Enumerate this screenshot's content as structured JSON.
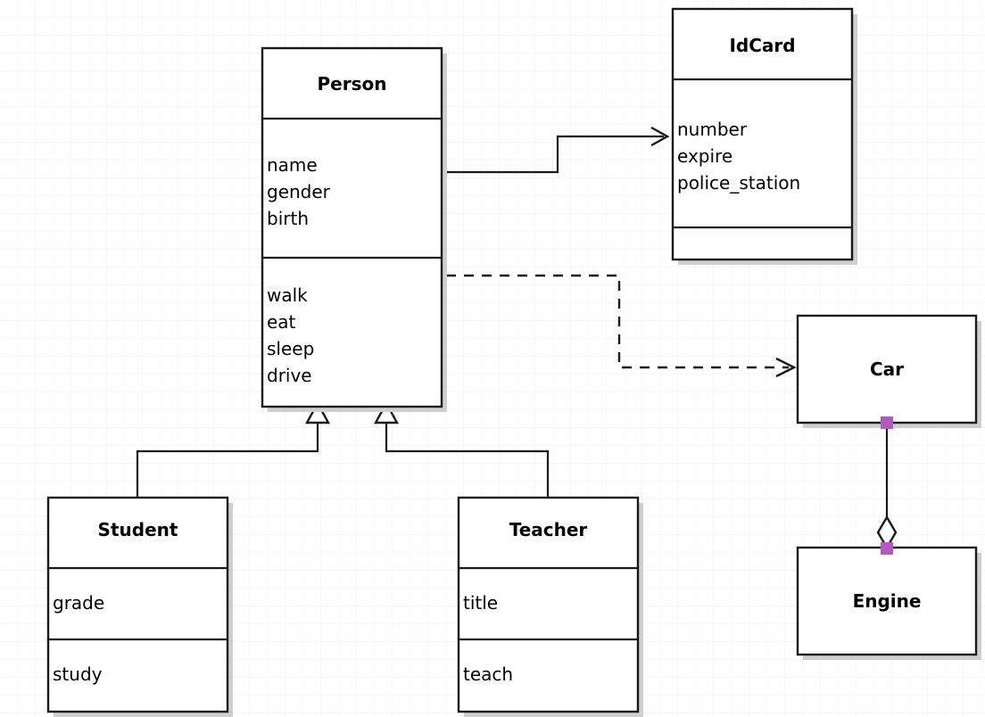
{
  "diagram": {
    "type": "uml-class-diagram",
    "background": "#ffffff",
    "grid_color": "#eceef0",
    "line_color": "#1a1a1a",
    "handle_color": "#b15bc0",
    "shadow_color": "#cfcfcf"
  },
  "classes": {
    "person": {
      "name": "Person",
      "attributes": [
        "name",
        "gender",
        "birth"
      ],
      "operations": [
        "walk",
        "eat",
        "sleep",
        "drive"
      ]
    },
    "idcard": {
      "name": "IdCard",
      "attributes": [
        "number",
        "expire",
        "police_station"
      ],
      "operations": []
    },
    "student": {
      "name": "Student",
      "attributes": [
        "grade"
      ],
      "operations": [
        "study"
      ]
    },
    "teacher": {
      "name": "Teacher",
      "attributes": [
        "title"
      ],
      "operations": [
        "teach"
      ]
    },
    "car": {
      "name": "Car",
      "attributes": [],
      "operations": []
    },
    "engine": {
      "name": "Engine",
      "attributes": [],
      "operations": []
    }
  },
  "relationships": [
    {
      "id": "person-idcard",
      "kind": "association",
      "from": "Person",
      "to": "IdCard",
      "line": "solid",
      "arrowhead": "open"
    },
    {
      "id": "person-car",
      "kind": "dependency",
      "from": "Person",
      "to": "Car",
      "line": "dashed",
      "arrowhead": "open"
    },
    {
      "id": "student-person",
      "kind": "generalization",
      "from": "Student",
      "to": "Person",
      "line": "solid",
      "arrowhead": "hollow-triangle"
    },
    {
      "id": "teacher-person",
      "kind": "generalization",
      "from": "Teacher",
      "to": "Person",
      "line": "solid",
      "arrowhead": "hollow-triangle"
    },
    {
      "id": "car-engine",
      "kind": "aggregation",
      "from": "Car",
      "to": "Engine",
      "line": "solid",
      "arrowhead": "hollow-diamond"
    }
  ]
}
